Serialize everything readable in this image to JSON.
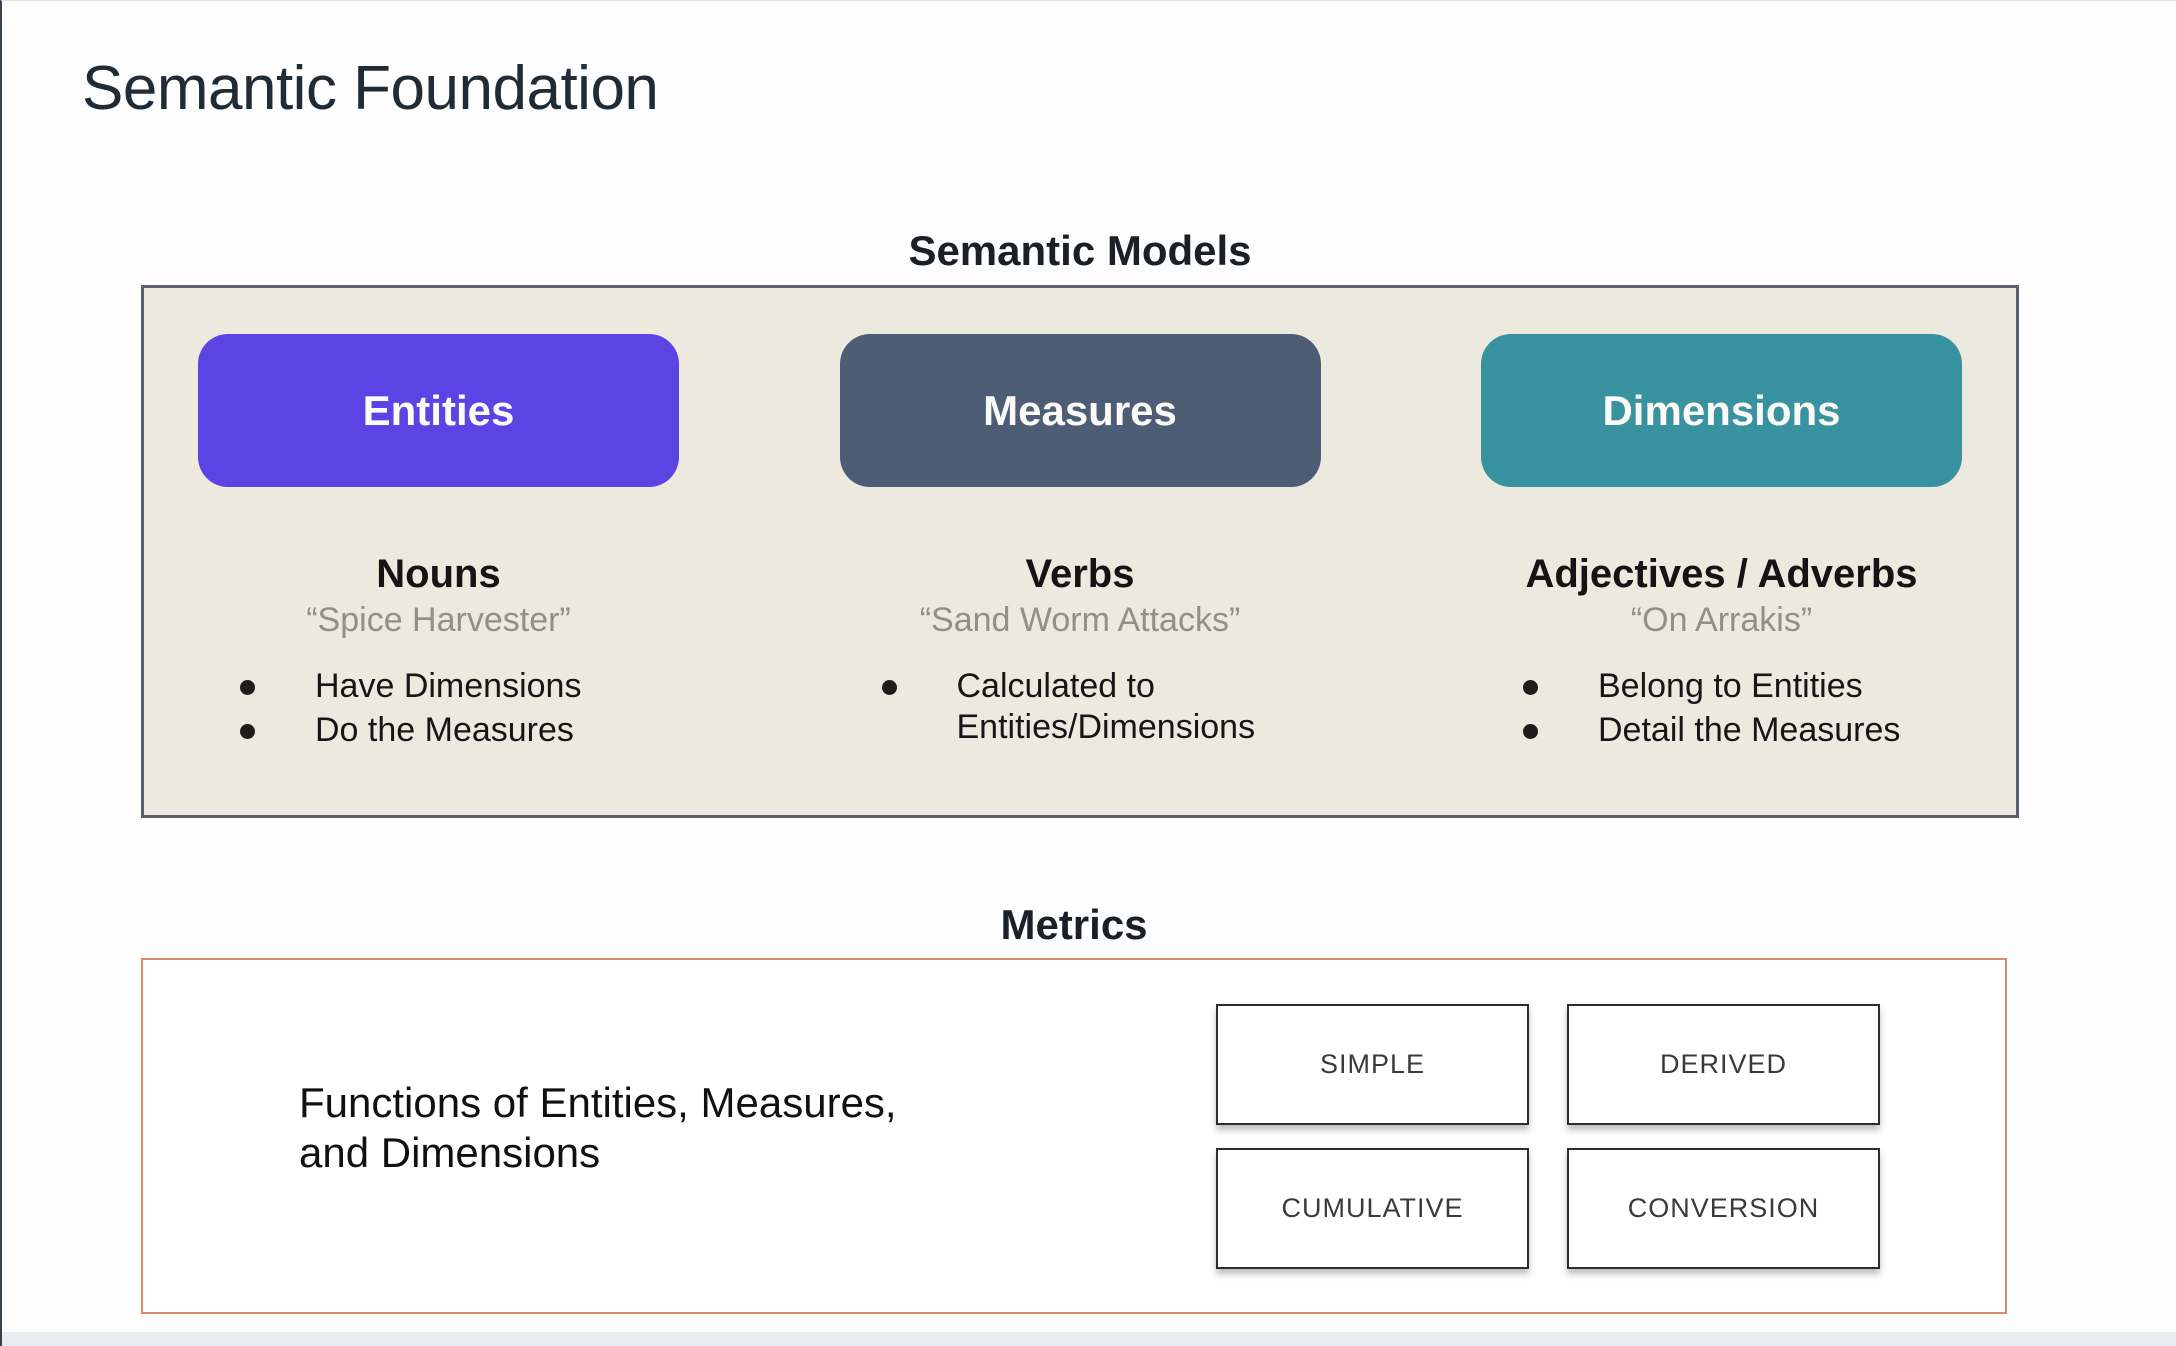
{
  "page": {
    "title": "Semantic Foundation"
  },
  "semantic_models": {
    "heading": "Semantic Models",
    "columns": [
      {
        "button": "Entities",
        "color": "#5c44e4",
        "role": "Nouns",
        "example": "“Spice Harvester”",
        "bullets": [
          "Have Dimensions",
          "Do the Measures"
        ]
      },
      {
        "button": "Measures",
        "color": "#4e5d76",
        "role": "Verbs",
        "example": "“Sand Worm Attacks”",
        "bullets": [
          "Calculated to\nEntities/Dimensions"
        ]
      },
      {
        "button": "Dimensions",
        "color": "#38929f",
        "role": "Adjectives / Adverbs",
        "example": "“On Arrakis”",
        "bullets": [
          "Belong to Entities",
          "Detail the Measures"
        ]
      }
    ]
  },
  "metrics": {
    "heading": "Metrics",
    "description": "Functions of Entities, Measures,\nand Dimensions",
    "types": [
      "SIMPLE",
      "DERIVED",
      "CUMULATIVE",
      "CONVERSION"
    ]
  },
  "colors": {
    "entities": "#5c44e4",
    "measures": "#4e5d76",
    "dimensions": "#38929f",
    "models_panel_bg": "#ece9de",
    "models_panel_border": "#5a616b",
    "metrics_panel_border": "#dd8a69",
    "muted_text": "#8f9189",
    "title_text": "#202b35"
  }
}
